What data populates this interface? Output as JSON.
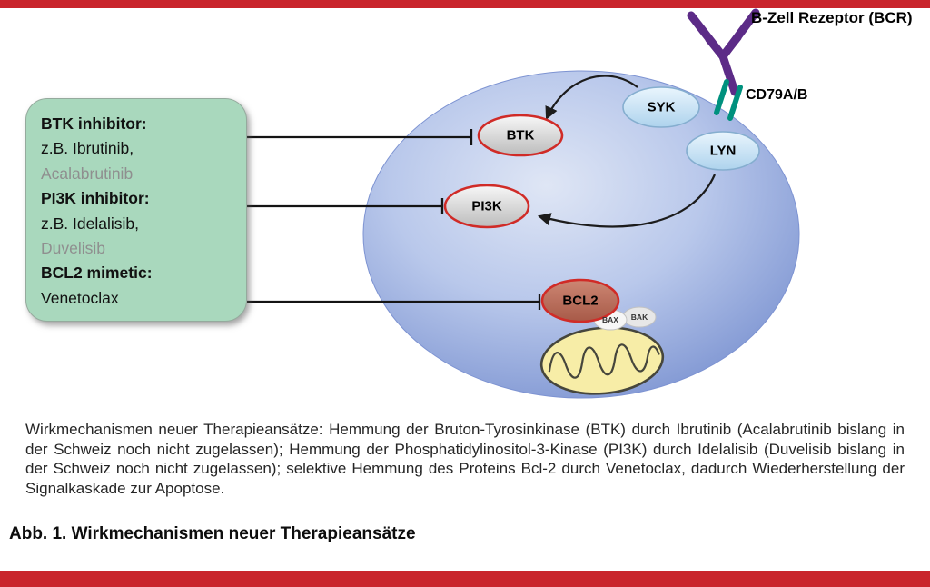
{
  "figure": {
    "title": "Abb. 1. Wirkmechanismen neuer Therapieansätze",
    "caption": "Wirkmechanismen neuer Therapieansätze: Hemmung der Bruton-Tyrosinkinase (BTK) durch Ibrutinib (Acalabrutinib bislang in der Schweiz noch nicht zugelassen); Hemmung der Phosphatidylinositol-3-Kinase (PI3K) durch Idelalisib (Duvelisib bislang in der Schweiz noch nicht zugelassen); selektive Hemmung des Proteins Bcl-2 durch Venetoclax, dadurch Wiederherstellung der Signalkaskade zur Apoptose."
  },
  "receptor": {
    "bcr_label": "B-Zell Rezeptor (BCR)",
    "cd79_label": "CD79A/B"
  },
  "inhibitor_box": {
    "line1": "BTK inhibitor:",
    "line2": "z.B. Ibrutinib,",
    "line3": "Acalabrutinib",
    "line4": "PI3K inhibitor:",
    "line5": "z.B. Idelalisib,",
    "line6": "Duvelisib",
    "line7": "BCL2 mimetic:",
    "line8": "Venetoclax"
  },
  "nodes": {
    "btk": "BTK",
    "pi3k": "PI3K",
    "bcl2": "BCL2",
    "syk": "SYK",
    "lyn": "LYN",
    "bax": "BAX",
    "bak": "BAK"
  },
  "colors": {
    "accent_red": "#c9252c",
    "legend_green": "#a9d8bd",
    "cell_blue": "#7089cc",
    "node_border_red": "#d02b27",
    "receptor_purple": "#5c2b87",
    "cd79_teal": "#00917e"
  }
}
